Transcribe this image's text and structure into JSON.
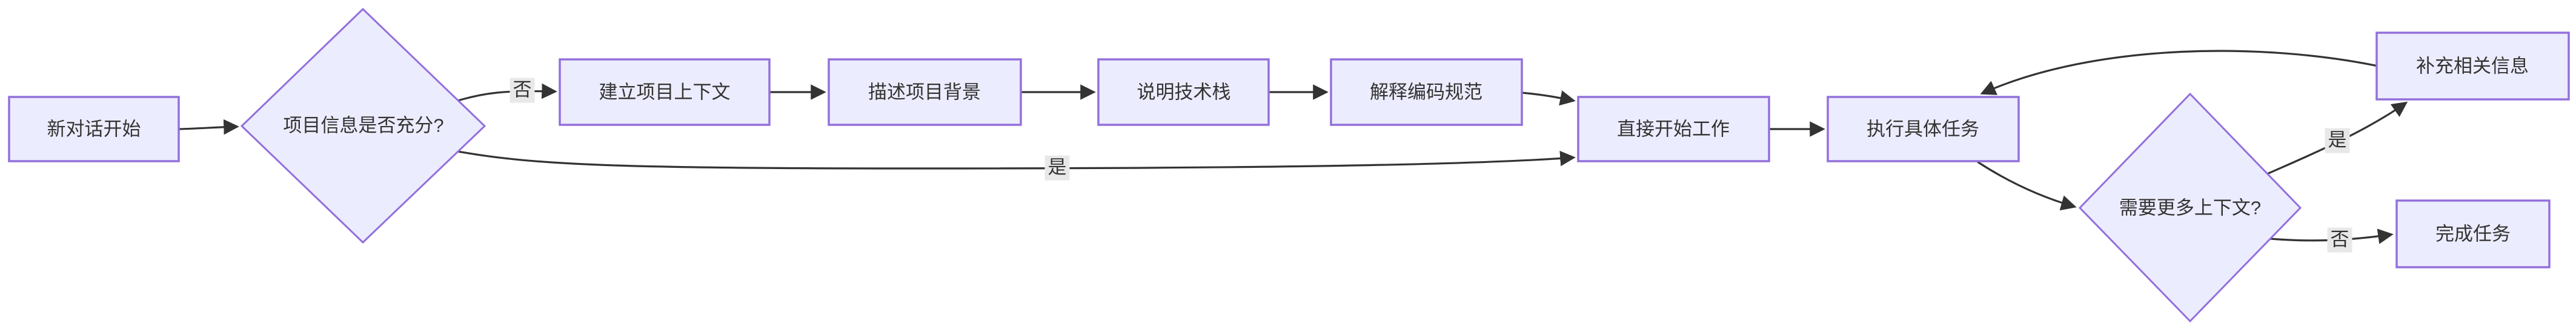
{
  "diagram": {
    "type": "flowchart",
    "direction": "left-to-right",
    "background": "#ffffff",
    "style": {
      "node_fill": "#ECECFF",
      "node_border": "#9370DB",
      "edge_color": "#333333",
      "text_color": "#333333",
      "edge_label_bg": "#e8e8e8"
    },
    "nodes": [
      {
        "id": "start",
        "shape": "rect",
        "label": "新对话开始"
      },
      {
        "id": "info-sufficient",
        "shape": "diamond",
        "label": "项目信息是否充分?"
      },
      {
        "id": "establish-context",
        "shape": "rect",
        "label": "建立项目上下文"
      },
      {
        "id": "describe-background",
        "shape": "rect",
        "label": "描述项目背景"
      },
      {
        "id": "explain-tech-stack",
        "shape": "rect",
        "label": "说明技术栈"
      },
      {
        "id": "explain-coding-standards",
        "shape": "rect",
        "label": "解释编码规范"
      },
      {
        "id": "start-work-directly",
        "shape": "rect",
        "label": "直接开始工作"
      },
      {
        "id": "execute-tasks",
        "shape": "rect",
        "label": "执行具体任务"
      },
      {
        "id": "need-more-context",
        "shape": "diamond",
        "label": "需要更多上下文?"
      },
      {
        "id": "supplement-info",
        "shape": "rect",
        "label": "补充相关信息"
      },
      {
        "id": "complete-task",
        "shape": "rect",
        "label": "完成任务"
      }
    ],
    "edges": [
      {
        "from": "start",
        "to": "info-sufficient",
        "label": ""
      },
      {
        "from": "info-sufficient",
        "to": "establish-context",
        "label": "否"
      },
      {
        "from": "establish-context",
        "to": "describe-background",
        "label": ""
      },
      {
        "from": "describe-background",
        "to": "explain-tech-stack",
        "label": ""
      },
      {
        "from": "explain-tech-stack",
        "to": "explain-coding-standards",
        "label": ""
      },
      {
        "from": "explain-coding-standards",
        "to": "start-work-directly",
        "label": ""
      },
      {
        "from": "info-sufficient",
        "to": "start-work-directly",
        "label": "是"
      },
      {
        "from": "start-work-directly",
        "to": "execute-tasks",
        "label": ""
      },
      {
        "from": "execute-tasks",
        "to": "need-more-context",
        "label": ""
      },
      {
        "from": "need-more-context",
        "to": "supplement-info",
        "label": "是"
      },
      {
        "from": "need-more-context",
        "to": "complete-task",
        "label": "否"
      },
      {
        "from": "supplement-info",
        "to": "execute-tasks",
        "label": ""
      }
    ]
  }
}
